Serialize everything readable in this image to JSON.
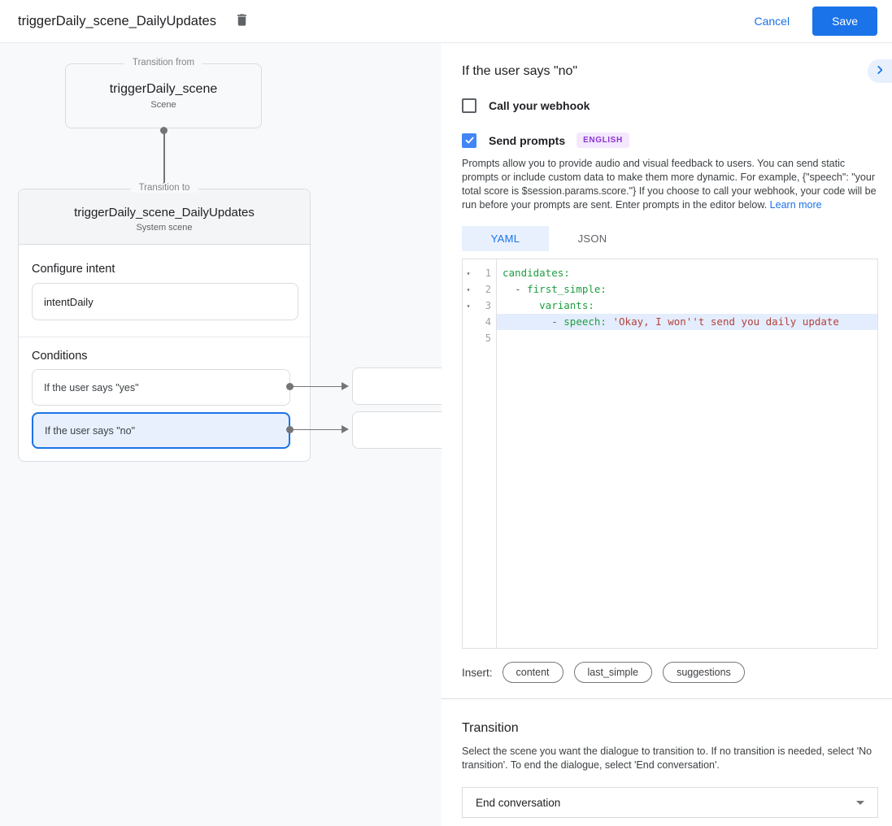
{
  "colors": {
    "accent_blue": "#1a73e8",
    "checkbox_blue": "#4285f4",
    "selected_row_bg": "#e8f0fe",
    "badge_purple_text": "#8d33d6",
    "badge_purple_bg": "#f3e8fd",
    "code_key_green": "#1e9e40",
    "code_string_red": "#b5413c",
    "code_highlight_bg": "#e3edfd",
    "canvas_bg": "#f8f9fa"
  },
  "header": {
    "title": "triggerDaily_scene_DailyUpdates",
    "trash_icon": "trash-icon",
    "cancel_label": "Cancel",
    "save_label": "Save"
  },
  "canvas": {
    "from_node": {
      "legend": "Transition from",
      "title": "triggerDaily_scene",
      "subtitle": "Scene"
    },
    "to_node": {
      "legend": "Transition to",
      "title": "triggerDaily_scene_DailyUpdates",
      "subtitle": "System scene",
      "intent_label": "Configure intent",
      "intent_value": "intentDaily",
      "conditions_label": "Conditions",
      "conditions": [
        {
          "label": "If the user says \"yes\"",
          "selected": false
        },
        {
          "label": "If the user says \"no\"",
          "selected": true
        }
      ]
    }
  },
  "panel": {
    "title": "If the user says \"no\"",
    "collapse_icon": "chevron-right-icon",
    "webhook": {
      "label": "Call your webhook",
      "checked": false
    },
    "prompts": {
      "label": "Send prompts",
      "checked": true,
      "badge": "ENGLISH"
    },
    "description": "Prompts allow you to provide audio and visual feedback to users. You can send static prompts or include custom data to make them more dynamic. For example, {\"speech\": \"your total score is $session.params.score.\"} If you choose to call your webhook, your code will be run before your prompts are sent. Enter prompts in the editor below. ",
    "learn_more": "Learn more",
    "tabs": [
      {
        "label": "YAML",
        "active": true
      },
      {
        "label": "JSON",
        "active": false
      }
    ],
    "editor": {
      "lines": [
        {
          "n": "1",
          "fold": true,
          "hl": false,
          "seg": [
            [
              "key",
              "candidates:"
            ]
          ]
        },
        {
          "n": "2",
          "fold": true,
          "hl": false,
          "seg": [
            [
              "plain",
              "  "
            ],
            [
              "punct",
              "- "
            ],
            [
              "key",
              "first_simple:"
            ]
          ]
        },
        {
          "n": "3",
          "fold": true,
          "hl": false,
          "seg": [
            [
              "plain",
              "      "
            ],
            [
              "key",
              "variants:"
            ]
          ]
        },
        {
          "n": "4",
          "fold": false,
          "hl": true,
          "seg": [
            [
              "plain",
              "        "
            ],
            [
              "punct",
              "- "
            ],
            [
              "key",
              "speech: "
            ],
            [
              "str",
              "'Okay, I won''t send you daily update"
            ]
          ]
        },
        {
          "n": "5",
          "fold": false,
          "hl": false,
          "seg": []
        }
      ]
    },
    "insert": {
      "label": "Insert:",
      "chips": [
        "content",
        "last_simple",
        "suggestions"
      ]
    },
    "transition": {
      "title": "Transition",
      "description": "Select the scene you want the dialogue to transition to. If no transition is needed, select 'No transition'. To end the dialogue, select 'End conversation'.",
      "value": "End conversation"
    }
  }
}
